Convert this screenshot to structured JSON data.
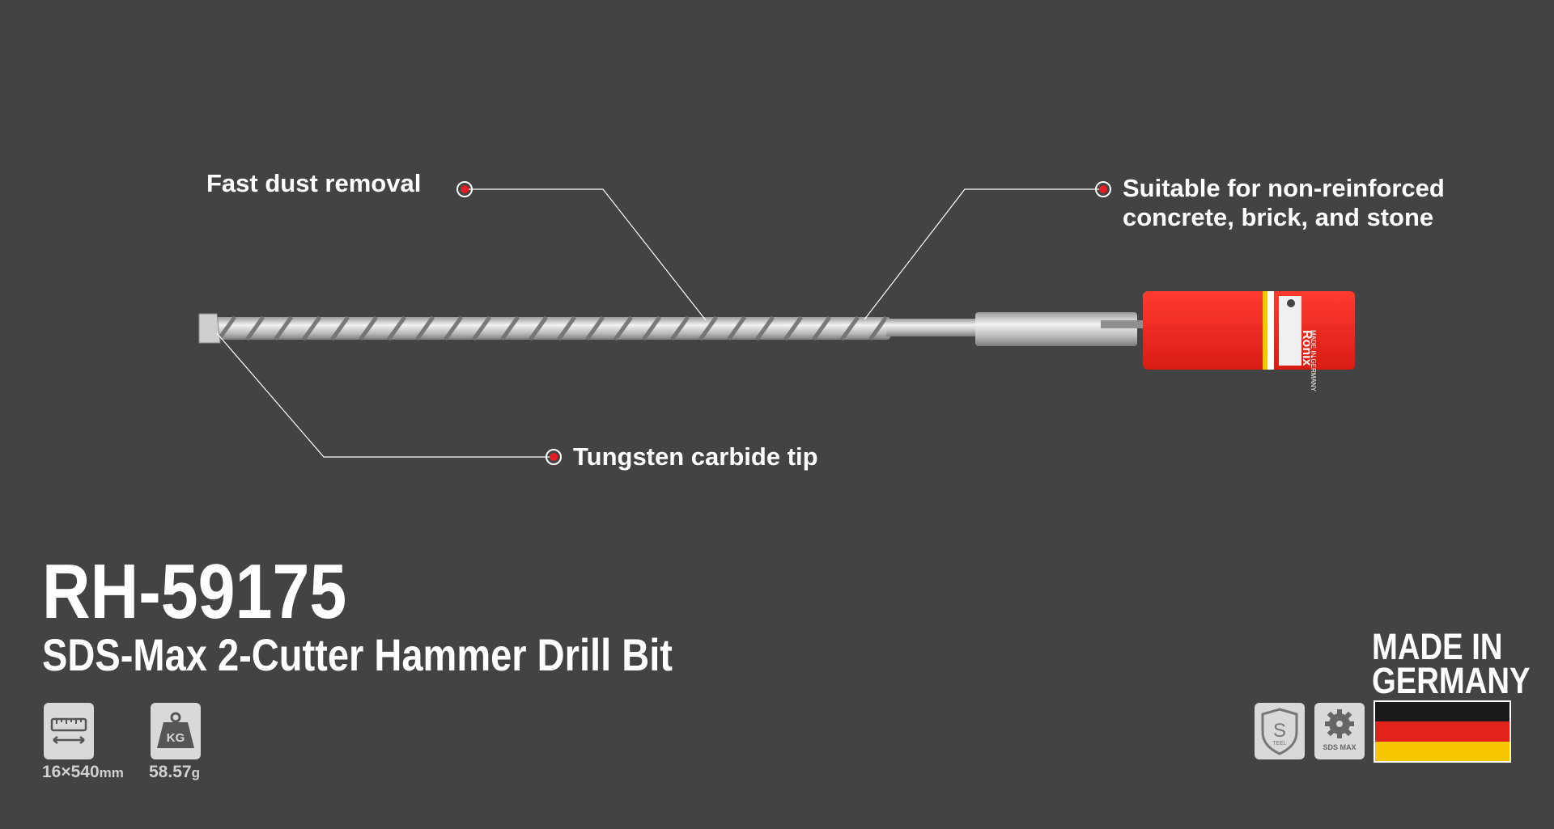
{
  "product": {
    "model": "RH-59175",
    "name": "SDS-Max 2-Cutter Hammer Drill Bit",
    "brand": "Ronix",
    "package_text": "MADE IN GERMANY"
  },
  "callouts": {
    "dust": "Fast dust removal",
    "suitable_line1": "Suitable for non-reinforced",
    "suitable_line2": "concrete, brick, and stone",
    "tip": "Tungsten carbide tip"
  },
  "specs": {
    "size_value": "16×540",
    "size_unit": "mm",
    "weight_value": "58.57",
    "weight_unit": "g",
    "size_icon": "ruler-icon",
    "weight_icon": "weight-kg-icon",
    "weight_icon_label": "KG"
  },
  "features": {
    "steel_icon_label": "S",
    "steel_icon_sub": "TEEL",
    "sds_icon_label": "SDS MAX"
  },
  "origin": {
    "line1": "MADE IN",
    "line2": "GERMANY",
    "flag_colors": [
      "#1a1a1a",
      "#e2231a",
      "#f7c600"
    ]
  },
  "colors": {
    "background": "#434343",
    "accent": "#e31e24",
    "text": "#ffffff"
  }
}
